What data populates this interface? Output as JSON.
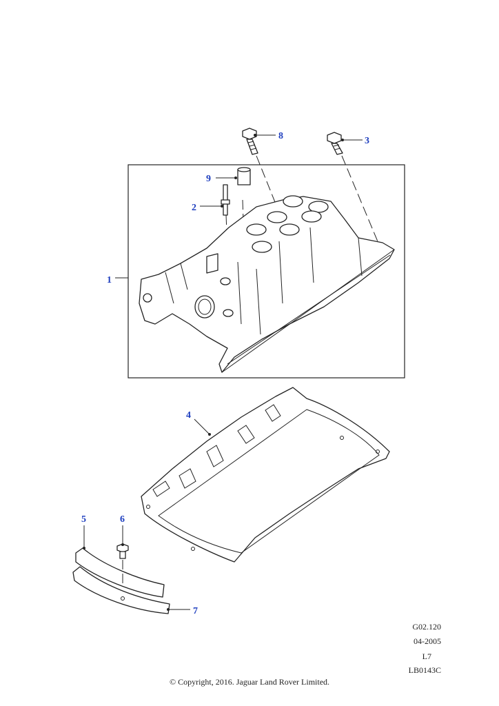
{
  "callouts": {
    "c1": "1",
    "c2": "2",
    "c3": "3",
    "c4": "4",
    "c5": "5",
    "c6": "6",
    "c7": "7",
    "c8": "8",
    "c9": "9"
  },
  "reference": {
    "group": "G02.120",
    "date": "04-2005",
    "level": "L7",
    "illustration": "LB0143C"
  },
  "copyright": "© Copyright, 2016. Jaguar Land Rover Limited.",
  "colors": {
    "callout": "#1f3fbf",
    "line": "#222222"
  }
}
